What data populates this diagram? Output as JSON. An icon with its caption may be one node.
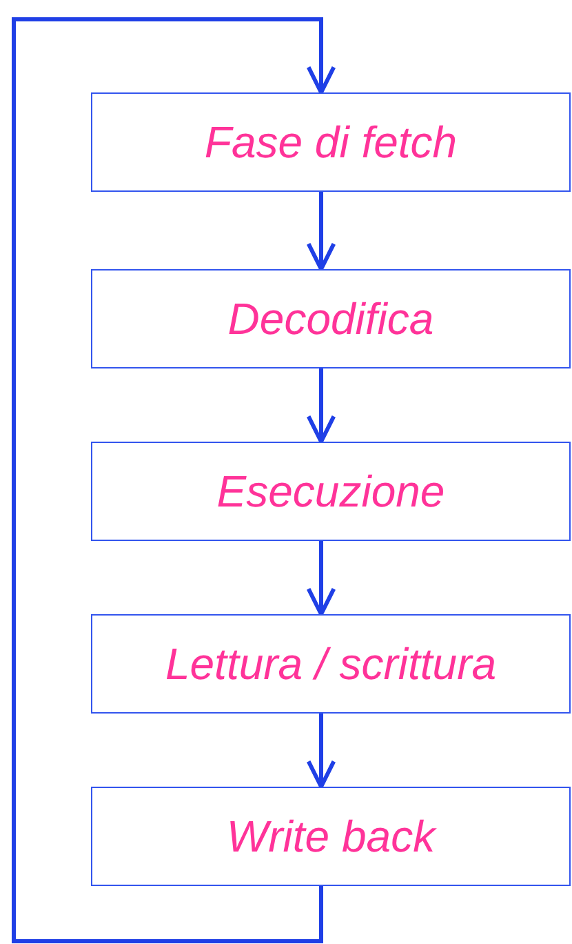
{
  "diagram": {
    "nodes": [
      {
        "text": [
          "Fase di fetch"
        ]
      },
      {
        "text": [
          "Decodifica"
        ]
      },
      {
        "text": [
          "Esecuzione"
        ]
      },
      {
        "text": [
          "Lettura / scrittura"
        ]
      },
      {
        "text": [
          "Write back"
        ]
      }
    ],
    "edges": [
      {
        "from": 0,
        "to": 1,
        "arrow": "to"
      },
      {
        "from": 1,
        "to": 2,
        "arrow": "to"
      },
      {
        "from": 2,
        "to": 3,
        "arrow": "to"
      },
      {
        "from": 3,
        "to": 4,
        "arrow": "to"
      },
      {
        "from": 4,
        "to": 0,
        "arrow": "to"
      }
    ]
  }
}
